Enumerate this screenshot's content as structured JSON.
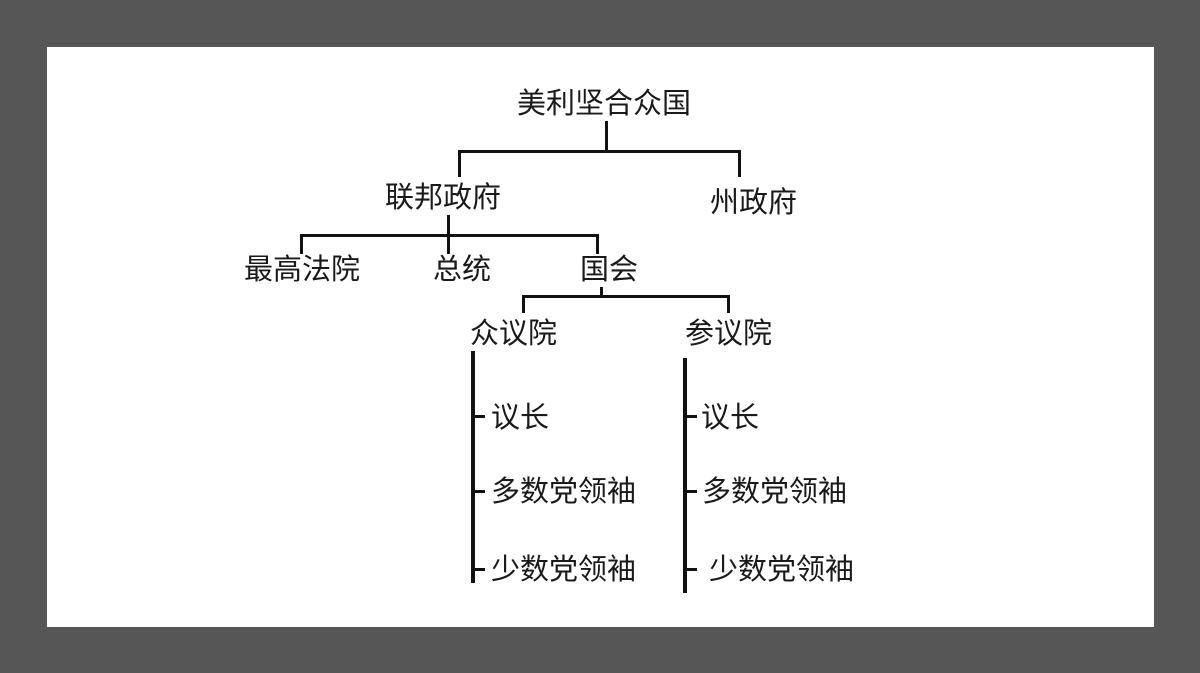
{
  "diagram": {
    "root": "美利坚合众国",
    "federal": "联邦政府",
    "state": "州政府",
    "supreme_court": "最高法院",
    "president": "总统",
    "congress": "国会",
    "house": "众议院",
    "senate": "参议院",
    "house_members": [
      "议长",
      "多数党领袖",
      "少数党领袖"
    ],
    "senate_members": [
      "议长",
      "多数党领袖",
      "少数党领袖"
    ]
  },
  "colors": {
    "background": "#565656",
    "panel": "#ffffff",
    "line": "#111111",
    "text": "#1a1a1a"
  }
}
